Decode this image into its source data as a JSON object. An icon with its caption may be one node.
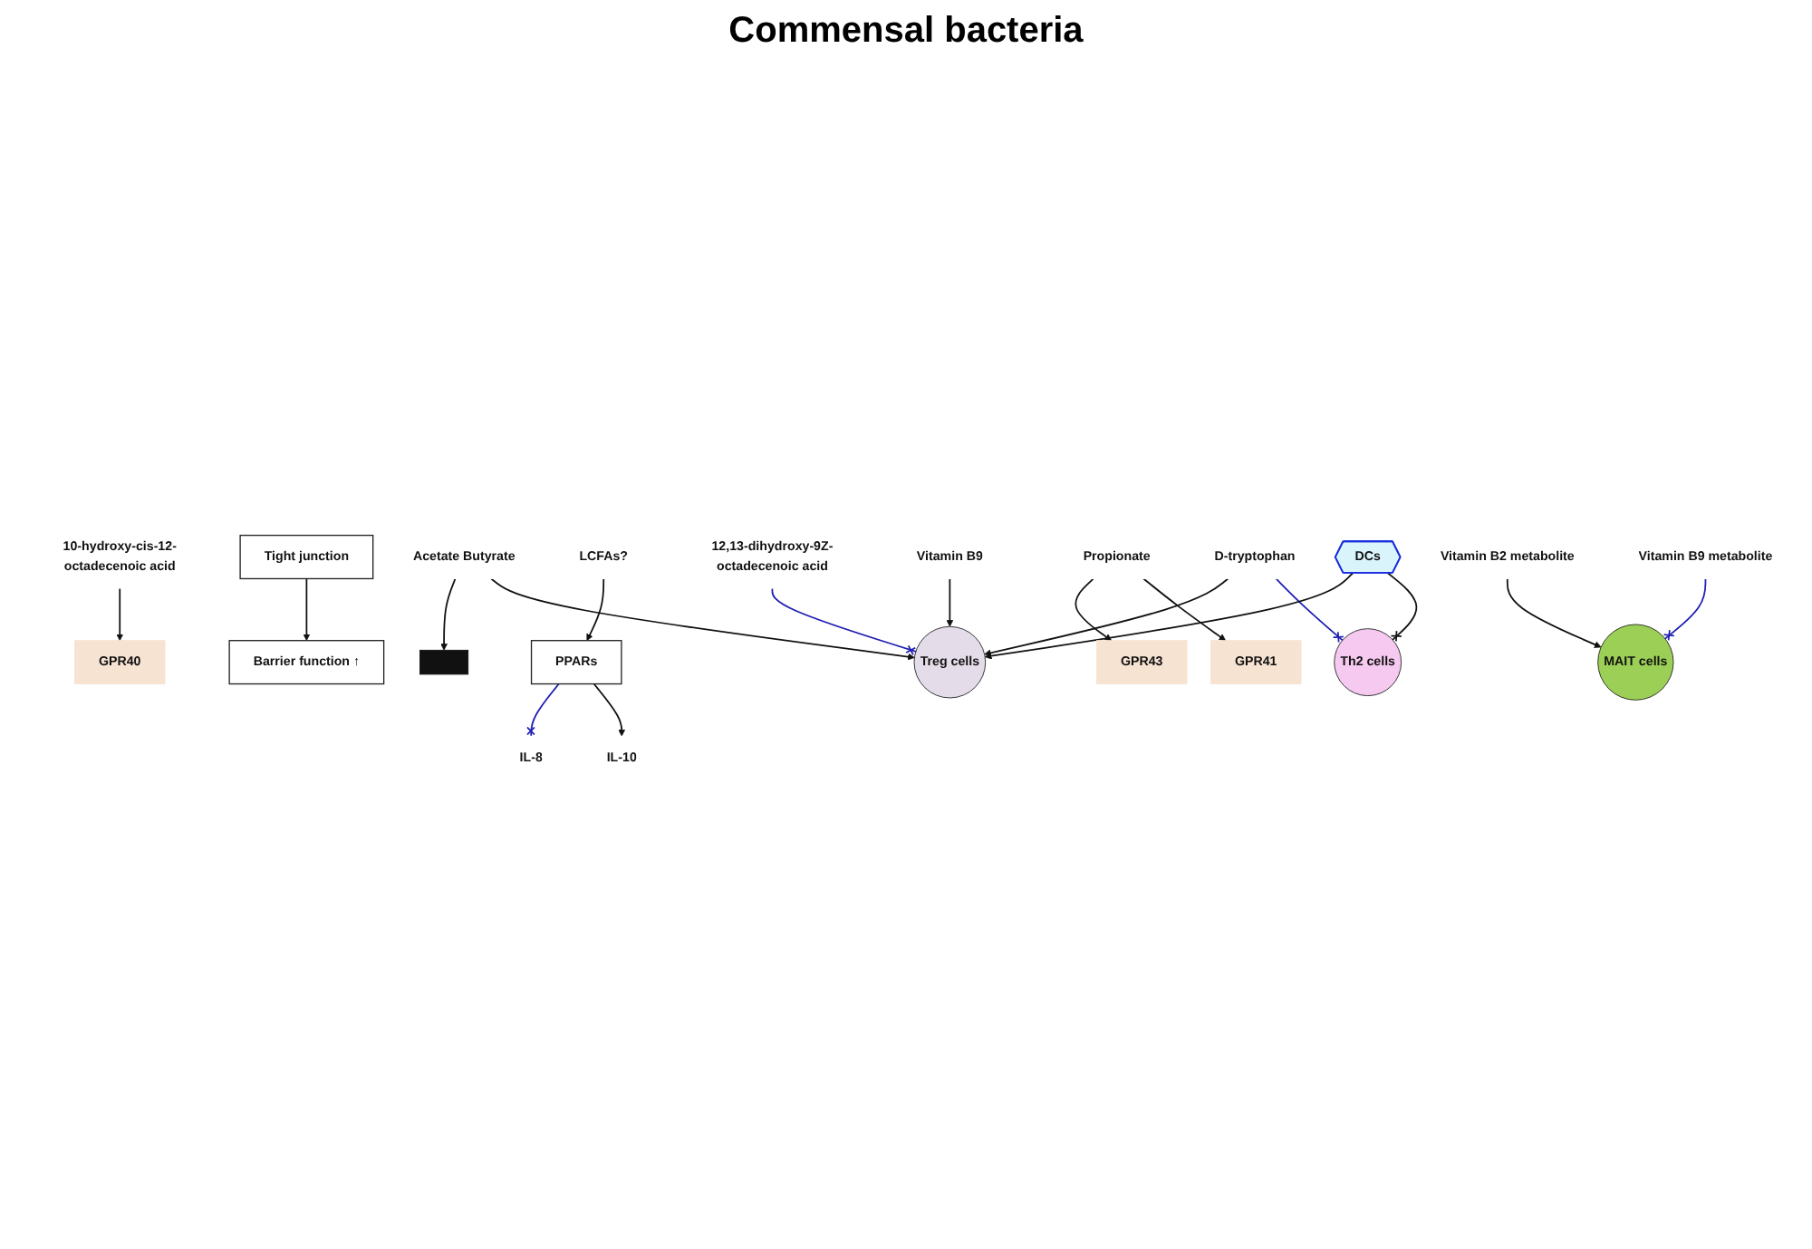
{
  "diagram": {
    "title": "Commensal bacteria",
    "nodes": [
      {
        "text": [
          "10-hydroxy-cis-12-octadecenoic acid"
        ]
      },
      {
        "text": [
          "GPR40"
        ]
      },
      {
        "text": [
          "Acetate Butyrate"
        ]
      },
      {
        "text": [],
        "shape": "bar"
      },
      {
        "text": [
          "Tight junction"
        ]
      },
      {
        "text": [
          "Barrier function ↑"
        ]
      },
      {
        "text": [
          "12,13-dihydroxy-9Z-octadecenoic acid"
        ]
      },
      {
        "text": [
          "Vitamin B9"
        ]
      },
      {
        "text": [
          "Propionate"
        ]
      },
      {
        "text": [
          "D-tryptophan"
        ]
      },
      {
        "text": [
          "Vitamin B2 metabolite"
        ]
      },
      {
        "text": [
          "Vitamin B9 metabolite"
        ]
      },
      {
        "text": [
          "LCFAs?"
        ]
      },
      {
        "text": [
          "PPARs"
        ]
      },
      {
        "text": [
          "IL-8"
        ]
      },
      {
        "text": [
          "IL-10"
        ]
      },
      {
        "text": [
          "GPR43"
        ]
      },
      {
        "text": [
          "Treg cells"
        ]
      },
      {
        "text": [
          "GPR41"
        ]
      },
      {
        "text": [
          "DCs"
        ]
      },
      {
        "text": [
          "Th2 cells"
        ]
      },
      {
        "text": [
          "MAIT cells"
        ]
      }
    ],
    "edges": [
      {
        "from": 0,
        "to": 1,
        "arrow": "to"
      },
      {
        "from": 2,
        "to": 3,
        "arrow": "to"
      },
      {
        "from": 2,
        "to": 17,
        "arrow": "to"
      },
      {
        "from": 4,
        "to": 5,
        "arrow": "to"
      },
      {
        "from": 6,
        "to": 17,
        "arrow": "other",
        "color": "#1f1fb4"
      },
      {
        "from": 7,
        "to": 17,
        "arrow": "to"
      },
      {
        "from": 8,
        "to": 16,
        "arrow": "to"
      },
      {
        "from": 8,
        "to": 18,
        "arrow": "to"
      },
      {
        "from": 9,
        "to": 17,
        "arrow": "to"
      },
      {
        "from": 9,
        "to": 20,
        "arrow": "other",
        "color": "#1f1fb4"
      },
      {
        "from": 10,
        "to": 21,
        "arrow": "to"
      },
      {
        "from": 11,
        "to": 21,
        "arrow": "other",
        "color": "#1f1fb4"
      },
      {
        "from": 12,
        "to": 13,
        "arrow": "to"
      },
      {
        "from": 13,
        "to": 14,
        "arrow": "other",
        "color": "#1f1fb4"
      },
      {
        "from": 13,
        "to": 15,
        "arrow": "to"
      },
      {
        "from": 19,
        "to": 17,
        "arrow": "to"
      },
      {
        "from": 19,
        "to": 20,
        "arrow": "other"
      }
    ]
  }
}
